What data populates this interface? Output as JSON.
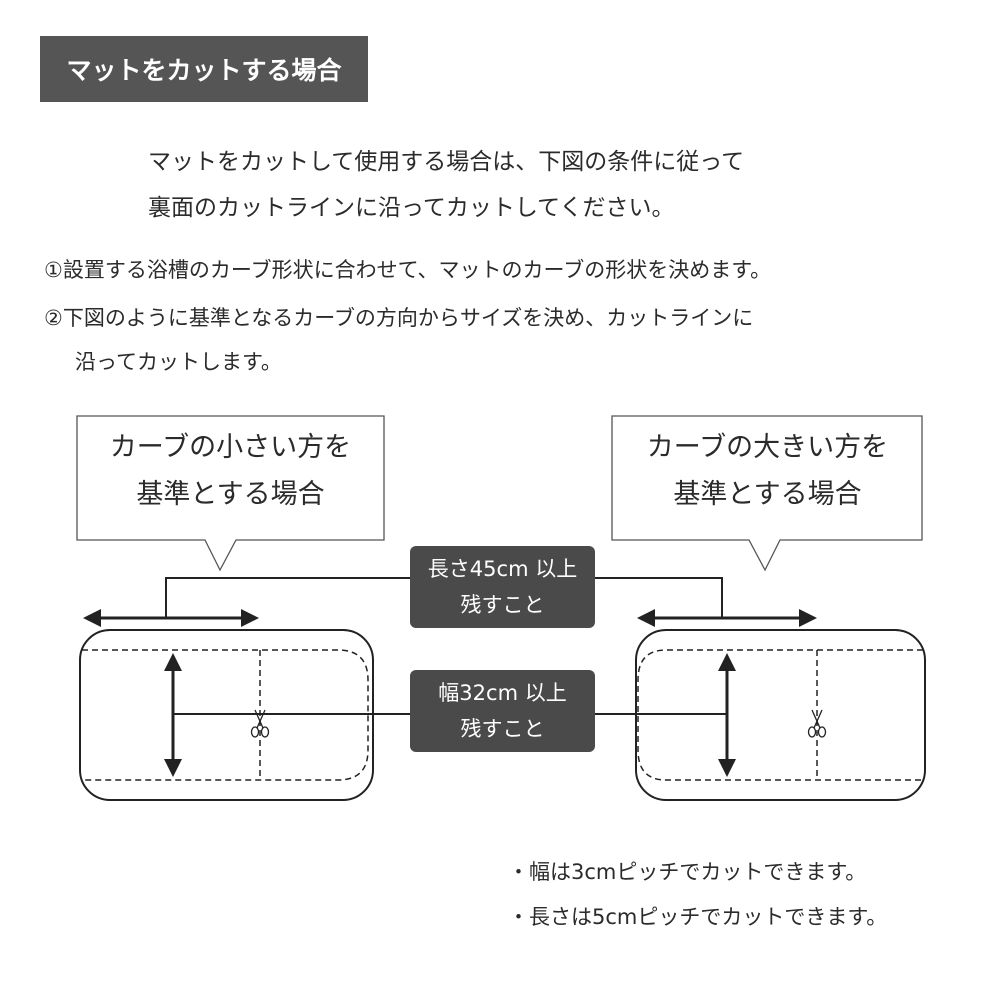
{
  "header": {
    "title": "マットをカットする場合"
  },
  "intro": [
    "マットをカットして使用する場合は、下図の条件に従って",
    "裏面のカットラインに沿ってカットしてください。"
  ],
  "steps": [
    "①設置する浴槽のカーブ形状に合わせて、マットのカーブの形状を決めます。",
    "②下図のように基準となるカーブの方向からサイズを決め、カットラインに",
    "沿ってカットします。"
  ],
  "callouts": {
    "left": [
      "カーブの小さい方を",
      "基準とする場合"
    ],
    "right": [
      "カーブの大きい方を",
      "基準とする場合"
    ]
  },
  "tags": {
    "length": [
      "長さ45cm 以上",
      "残すこと"
    ],
    "width": [
      "幅32cm 以上",
      "残すこと"
    ]
  },
  "notes": [
    "・幅は3cmピッチでカットできます。",
    "・長さは5cmピッチでカットできます。"
  ],
  "colors": {
    "header_bg": "#555555",
    "tag_bg": "#4a4a4a",
    "line": "#222222"
  }
}
